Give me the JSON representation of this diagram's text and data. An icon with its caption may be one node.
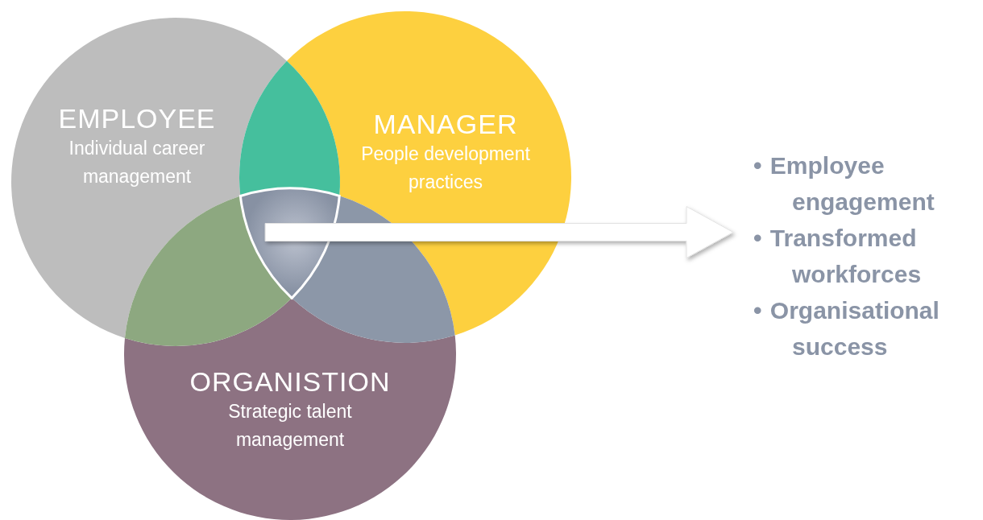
{
  "diagram": {
    "nodes": [
      {
        "text": [
          "EMPLOYEE",
          "Individual career management"
        ]
      },
      {
        "text": [
          "MANAGER",
          "People development practices"
        ]
      },
      {
        "text": [
          "ORGANISTION",
          "Strategic talent management"
        ]
      },
      {
        "text": [],
        "shape": "lens"
      },
      {
        "text": [],
        "shape": "lens"
      },
      {
        "text": [],
        "shape": "lens"
      },
      {
        "text": [],
        "shape": "triangle"
      },
      {
        "text": [
          "• Employee engagement",
          "• Transformed workforces",
          "• Organisational success"
        ]
      }
    ],
    "edges": [
      {
        "from": 6,
        "to": 7,
        "arrow": "to"
      }
    ]
  }
}
